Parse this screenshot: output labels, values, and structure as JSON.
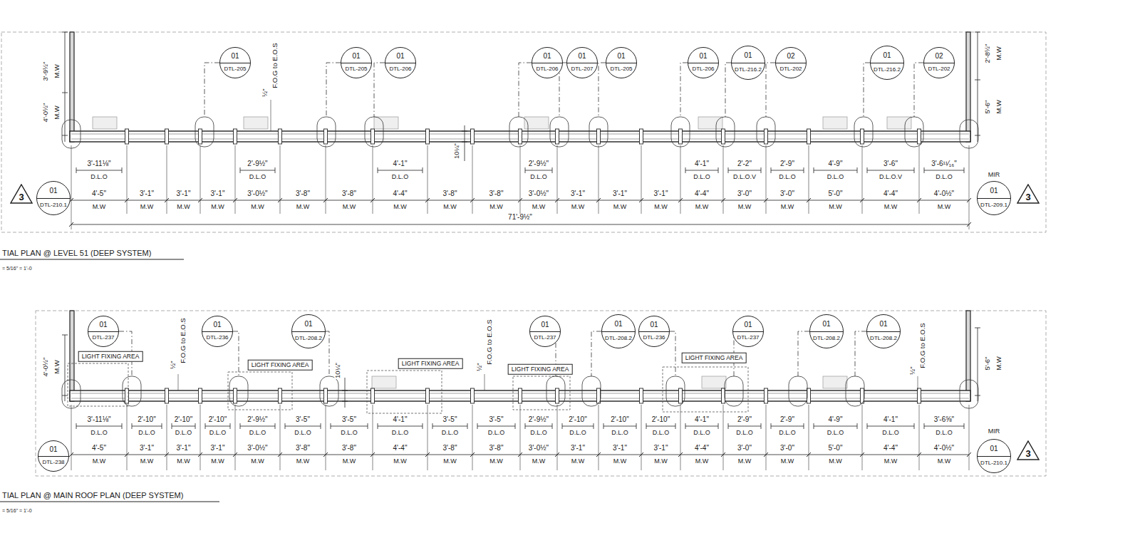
{
  "diagram": {
    "nodes": [
      {
        "text": [
          "01",
          "DTL-205"
        ]
      },
      {
        "text": [
          "01",
          "DTL-205"
        ]
      },
      {
        "text": [
          "01",
          "DTL-206"
        ]
      },
      {
        "text": [
          "01",
          "DTL-206"
        ]
      },
      {
        "text": [
          "01",
          "DTL-207"
        ]
      },
      {
        "text": [
          "01",
          "DTL-205"
        ]
      },
      {
        "text": [
          "01",
          "DTL-206"
        ]
      },
      {
        "text": [
          "01",
          "DTL-216.2"
        ]
      },
      {
        "text": [
          "02",
          "DTL-202"
        ]
      },
      {
        "text": [
          "01",
          "DTL-216.2"
        ]
      },
      {
        "text": [
          "02",
          "DTL-202"
        ]
      },
      {
        "text": [
          "3"
        ]
      },
      {
        "text": [
          "01",
          "DTL-210.1"
        ]
      },
      {
        "text": [
          "01",
          "DTL-209.1"
        ]
      },
      {
        "text": [
          "3"
        ]
      },
      {
        "text": [
          "01",
          "DTL-237"
        ]
      },
      {
        "text": [
          "01",
          "DTL-236"
        ]
      },
      {
        "text": [
          "01",
          "DTL-208.2"
        ]
      },
      {
        "text": [
          "01",
          "DTL-237"
        ]
      },
      {
        "text": [
          "01",
          "DTL-208.2"
        ]
      },
      {
        "text": [
          "01",
          "DTL-236"
        ]
      },
      {
        "text": [
          "01",
          "DTL-237"
        ]
      },
      {
        "text": [
          "01",
          "DTL-208.2"
        ]
      },
      {
        "text": [
          "01",
          "DTL-208.2"
        ]
      },
      {
        "text": [
          "LIGHT FIXING AREA"
        ]
      },
      {
        "text": [
          "LIGHT FIXING AREA"
        ]
      },
      {
        "text": [
          "LIGHT FIXING AREA"
        ]
      },
      {
        "text": [
          "LIGHT FIXING AREA"
        ]
      },
      {
        "text": [
          "LIGHT FIXING AREA"
        ]
      },
      {
        "text": [
          "01",
          "DTL-238"
        ]
      },
      {
        "text": [
          "01",
          "DTL-210.1"
        ]
      },
      {
        "text": [
          "3"
        ]
      }
    ],
    "labels": [
      "3'-9½\"",
      "M.W",
      "4'-0½\"",
      "M.W",
      "2'-8½\"",
      "M.W",
      "5'-6\"",
      "M.W",
      "½\"",
      "F.O.G to E.O.S",
      "10¼\"",
      "3'-11⅛\"",
      "D.L.O",
      "2'-9½\"",
      "D.L.O",
      "4'-1\"",
      "D.L.O",
      "2'-9½\"",
      "D.L.O",
      "4'-1\"",
      "D.L.O",
      "2'-2\"",
      "D.L.O.V",
      "2'-9\"",
      "D.L.O",
      "4'-9\"",
      "D.L.O",
      "3'-6\"",
      "D.L.O.V",
      "3'-6¹¹⁄₁₆\"",
      "D.L.O",
      "4'-5\"",
      "M.W",
      "3'-1\"",
      "M.W",
      "3'-1\"",
      "M.W",
      "3'-1\"",
      "M.W",
      "3'-0½\"",
      "M.W",
      "3'-8\"",
      "M.W",
      "3'-8\"",
      "M.W",
      "4'-4\"",
      "M.W",
      "3'-8\"",
      "M.W",
      "3'-8\"",
      "M.W",
      "3'-0½\"",
      "M.W",
      "3'-1\"",
      "M.W",
      "3'-1\"",
      "M.W",
      "3'-1\"",
      "M.W",
      "4'-4\"",
      "M.W",
      "3'-0\"",
      "M.W",
      "3'-0\"",
      "M.W",
      "5'-0\"",
      "M.W",
      "4'-4\"",
      "M.W",
      "4'-0½\"",
      "M.W",
      "71'-9½\"",
      "MIR",
      "TIAL PLAN @ LEVEL 51 (DEEP SYSTEM)",
      "= 5/16\" = 1'-0",
      "½\"",
      "F.O.G to E.O.S",
      "4'-0½\"",
      "M.W",
      "10¼\"",
      "½\"",
      "F.O.G to E.O.S",
      "½\"",
      "F.O.G to E.O.S",
      "5'-6\"",
      "M.W",
      "3'-11⅛\"",
      "D.L.O",
      "2'-10\"",
      "D.L.O",
      "2'-10\"",
      "D.L.O",
      "2'-10\"",
      "D.L.O",
      "2'-9½\"",
      "D.L.O",
      "3'-5\"",
      "D.L.O",
      "3'-5\"",
      "D.L.O",
      "4'-1\"",
      "D.L.O",
      "3'-5\"",
      "D.L.O",
      "3'-5\"",
      "D.L.O",
      "2'-9½\"",
      "D.L.O",
      "2'-10\"",
      "D.L.O",
      "2'-10\"",
      "D.L.O",
      "2'-10\"",
      "D.L.O",
      "4'-1\"",
      "D.L.O",
      "2'-9\"",
      "D.L.O",
      "2'-9\"",
      "D.L.O",
      "4'-9\"",
      "D.L.O",
      "4'-1\"",
      "D.L.O",
      "3'-6⅝\"",
      "D.L.O",
      "4'-5\"",
      "M.W",
      "3'-1\"",
      "M.W",
      "3'-1\"",
      "M.W",
      "3'-1\"",
      "M.W",
      "3'-0½\"",
      "M.W",
      "3'-8\"",
      "M.W",
      "3'-8\"",
      "M.W",
      "4'-4\"",
      "M.W",
      "3'-8\"",
      "M.W",
      "3'-8\"",
      "M.W",
      "3'-0½\"",
      "M.W",
      "3'-1\"",
      "M.W",
      "3'-1\"",
      "M.W",
      "3'-1\"",
      "M.W",
      "4'-4\"",
      "M.W",
      "3'-0\"",
      "M.W",
      "3'-0\"",
      "M.W",
      "5'-0\"",
      "M.W",
      "4'-4\"",
      "M.W",
      "4'-0½\"",
      "M.W",
      "MIR",
      "TIAL PLAN @ MAIN ROOF PLAN (DEEP SYSTEM)",
      "= 5/16\" = 1'-0"
    ]
  }
}
